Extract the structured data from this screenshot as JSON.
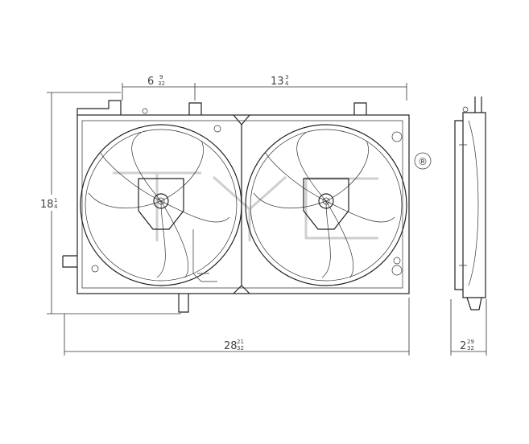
{
  "dimensions": {
    "top_left": {
      "whole": "6",
      "num": "9",
      "den": "32"
    },
    "top_right": {
      "whole": "13",
      "num": "3",
      "den": "4"
    },
    "height": {
      "whole": "18",
      "num": "1",
      "den": "4"
    },
    "width": {
      "whole": "28",
      "num": "21",
      "den": "32"
    },
    "depth": {
      "whole": "2",
      "num": "29",
      "den": "32"
    }
  },
  "watermark": {
    "text": "TYC",
    "mark": "®"
  }
}
